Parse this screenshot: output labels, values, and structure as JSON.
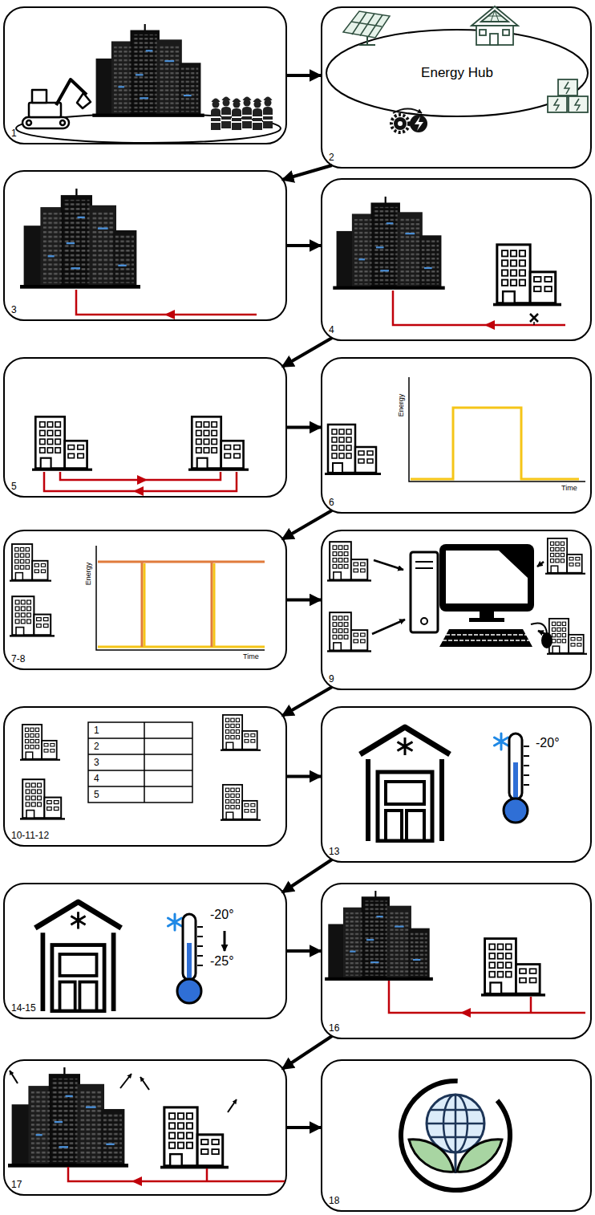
{
  "diagram": {
    "nodes": [
      {
        "text": [
          "1"
        ]
      },
      {
        "text": [
          "2"
        ]
      },
      {
        "text": [
          "Energy Hub"
        ],
        "in": 1
      },
      {
        "text": [
          "3"
        ]
      },
      {
        "text": [
          "4"
        ]
      },
      {
        "text": [
          "5"
        ]
      },
      {
        "text": [
          "6"
        ]
      },
      {
        "text": [
          "7-8"
        ]
      },
      {
        "text": [
          "9"
        ]
      },
      {
        "text": [
          "10-11-12"
        ]
      },
      {
        "text": [
          "13"
        ]
      },
      {
        "text": [
          "14-15"
        ]
      },
      {
        "text": [
          "16"
        ]
      },
      {
        "text": [
          "17"
        ]
      },
      {
        "text": [
          "18"
        ]
      }
    ],
    "edges": [
      {
        "from": 0,
        "to": 1,
        "arrow": "to"
      },
      {
        "from": 1,
        "to": 3,
        "arrow": "to"
      },
      {
        "from": 3,
        "to": 4,
        "arrow": "to"
      },
      {
        "from": 4,
        "to": 5,
        "arrow": "to"
      },
      {
        "from": 5,
        "to": 6,
        "arrow": "to"
      },
      {
        "from": 6,
        "to": 7,
        "arrow": "to"
      },
      {
        "from": 7,
        "to": 8,
        "arrow": "to"
      },
      {
        "from": 8,
        "to": 9,
        "arrow": "to"
      },
      {
        "from": 9,
        "to": 10,
        "arrow": "to"
      },
      {
        "from": 10,
        "to": 11,
        "arrow": "to"
      },
      {
        "from": 11,
        "to": 12,
        "arrow": "to"
      },
      {
        "from": 12,
        "to": 13,
        "arrow": "to"
      },
      {
        "from": 13,
        "to": 14,
        "arrow": "to"
      }
    ],
    "labels": [
      "Energy",
      "Time",
      "Energy",
      "Time",
      "1",
      "2",
      "3",
      "4",
      "5",
      "-20°",
      "-20°",
      "-25°"
    ]
  }
}
